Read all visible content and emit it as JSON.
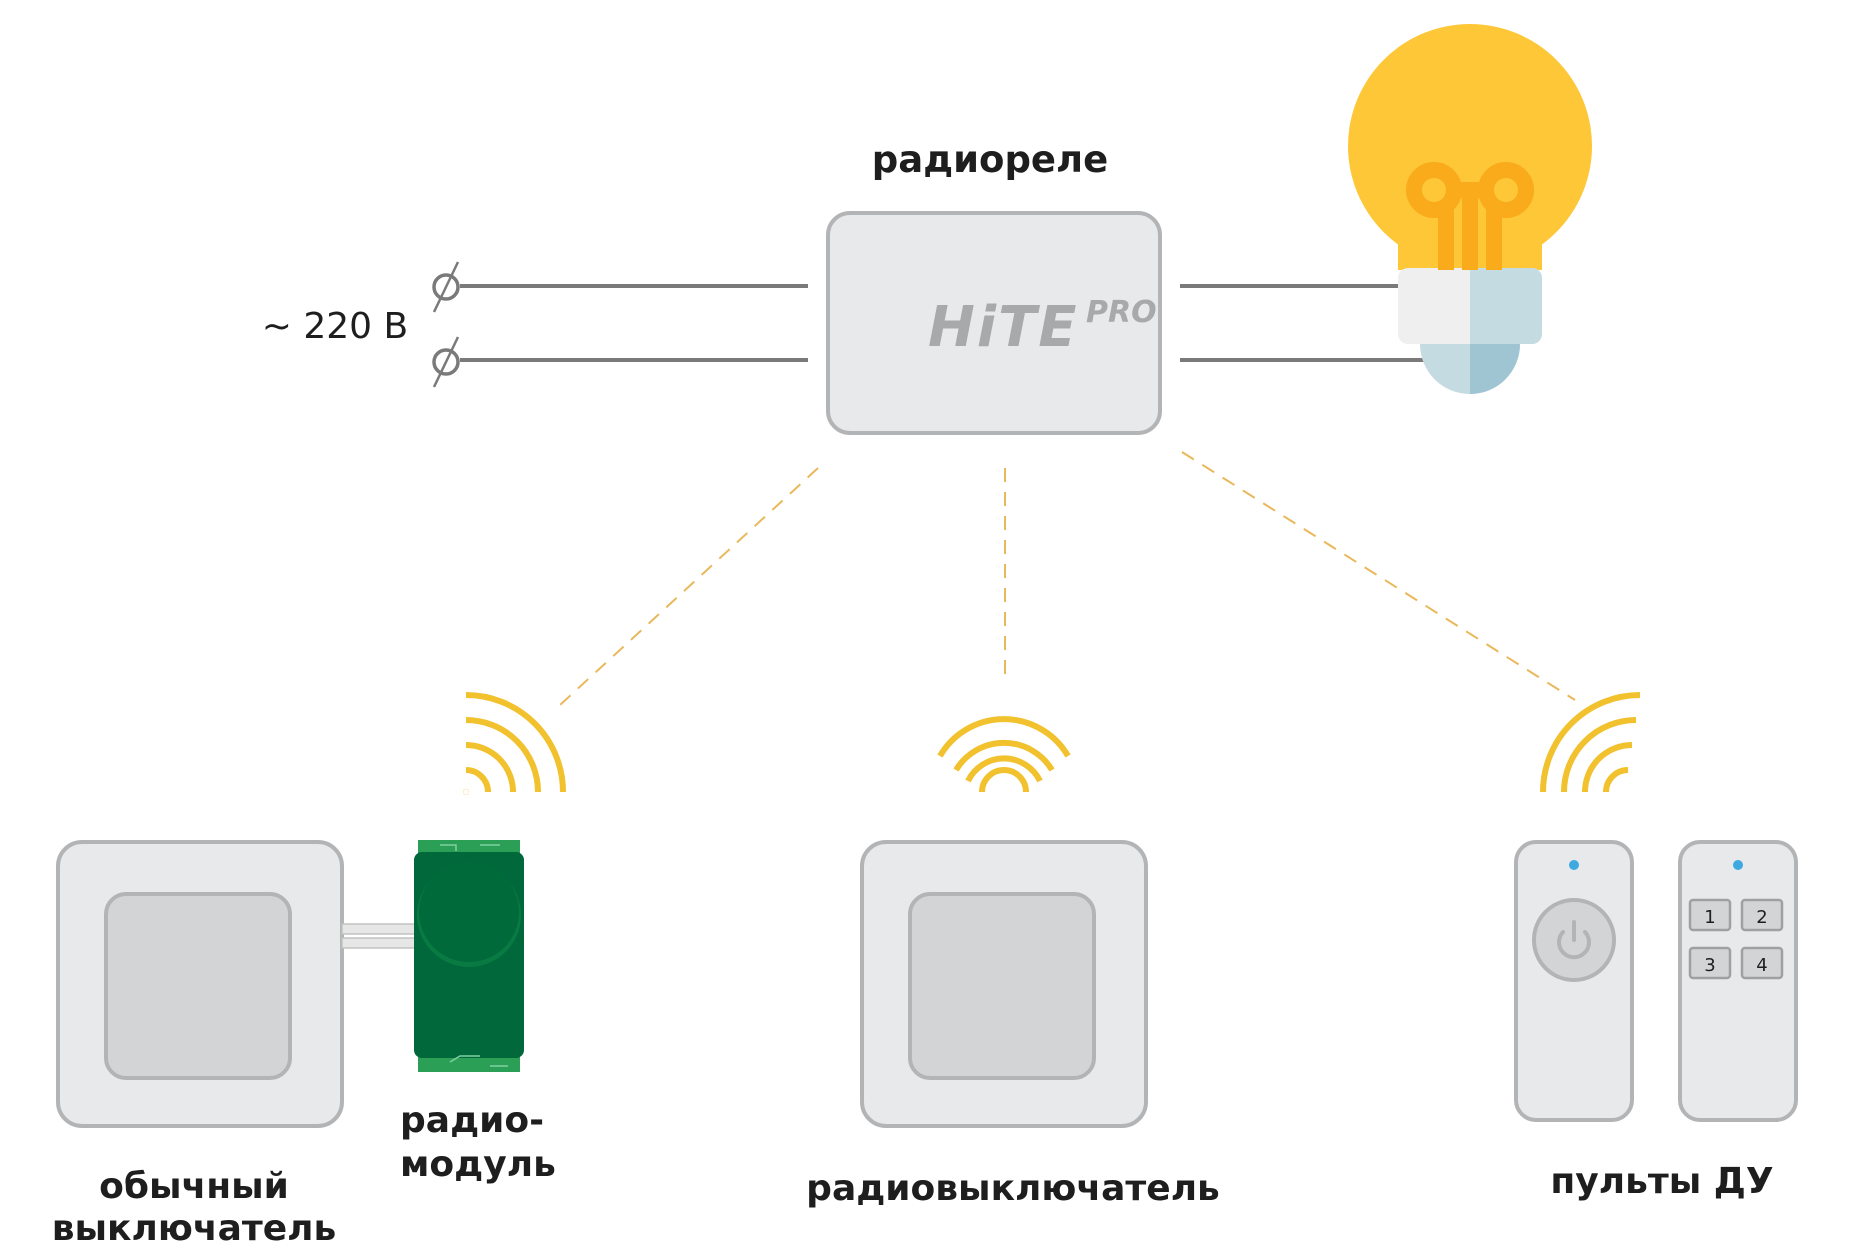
{
  "relay": {
    "title": "радиореле",
    "brand": "HiTE",
    "brand_suffix": "PRO"
  },
  "power": {
    "voltage_label": "~ 220 В"
  },
  "devices": {
    "regular_switch_line1": "обычный",
    "regular_switch_line2": "выключатель",
    "radio_module_line1": "радио-",
    "radio_module_line2": "модуль",
    "radio_switch": "радиовыключатель",
    "remotes": "пульты ДУ"
  },
  "remote_buttons": [
    "1",
    "2",
    "3",
    "4"
  ],
  "icons": {
    "terminal": "terminal-icon",
    "bulb": "light-bulb-icon",
    "signal": "wireless-signal-icon",
    "power": "power-icon"
  },
  "colors": {
    "signal": "#f2c12e",
    "dashed_link": "#e9b85a",
    "wire": "#7a7a7a",
    "device_fill": "#e8e9eb",
    "device_stroke": "#b3b4b6",
    "rocker_fill": "#d3d4d6",
    "bulb_glass": "#fec737",
    "bulb_filament": "#f9ab1c",
    "bulb_base": "#c5dbe2",
    "module_green": "#2a9f55",
    "module_dark": "#00683a",
    "led": "#3da9e0"
  }
}
